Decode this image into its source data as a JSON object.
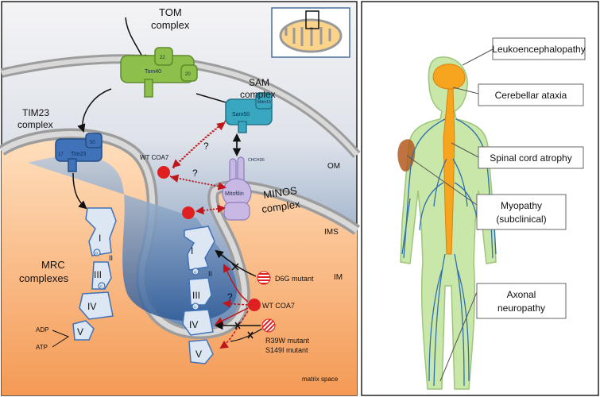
{
  "left": {
    "tom": {
      "title1": "TOM",
      "title2": "complex",
      "sub_22": "22",
      "sub_20": "20",
      "channel": "Tom40"
    },
    "sam": {
      "title1": "SAM",
      "title2": "complex",
      "channel": "Sam50",
      "sub": "Mdm10"
    },
    "tim": {
      "title1": "TIM23",
      "title2": "complex",
      "channel": "Tim23",
      "sub_17": "17",
      "sub_50": "50"
    },
    "minos": {
      "title1": "MINOS",
      "title2": "complex",
      "protein": "Mitofilin",
      "partner": "CHCHD6"
    },
    "mrc": {
      "title1": "MRC",
      "title2": "complexes"
    },
    "compartments": {
      "om": "OM",
      "ims": "IMS",
      "im": "IM",
      "matrix": "matrix space"
    },
    "wt_coa7": "WT COA7",
    "question": "?",
    "roman": [
      "I",
      "II",
      "III",
      "IV",
      "V"
    ],
    "small_q": "Q",
    "small_c": "C",
    "adp": "ADP",
    "atp": "ATP",
    "mutants": {
      "d6g": "D6G mutant",
      "wt": "WT COA7",
      "r39w": "R39W mutant",
      "s149i": "S149I mutant"
    }
  },
  "right": {
    "labels": [
      "Leukoencephalopathy",
      "Cerebellar ataxia",
      "Spinal cord atrophy",
      "Myopathy",
      "(subclinical)",
      "Axonal",
      "neuropathy"
    ]
  },
  "colors": {
    "tom_green": "#8cc04a",
    "sam_teal": "#3aa7c0",
    "tim_blue": "#3f72b8",
    "minos_lilac": "#c7b9e3",
    "red_dot": "#e02020",
    "brain_orange": "#f7a51f",
    "nerve_blue": "#2f6fb0",
    "body_green": "#c9e7a8"
  }
}
